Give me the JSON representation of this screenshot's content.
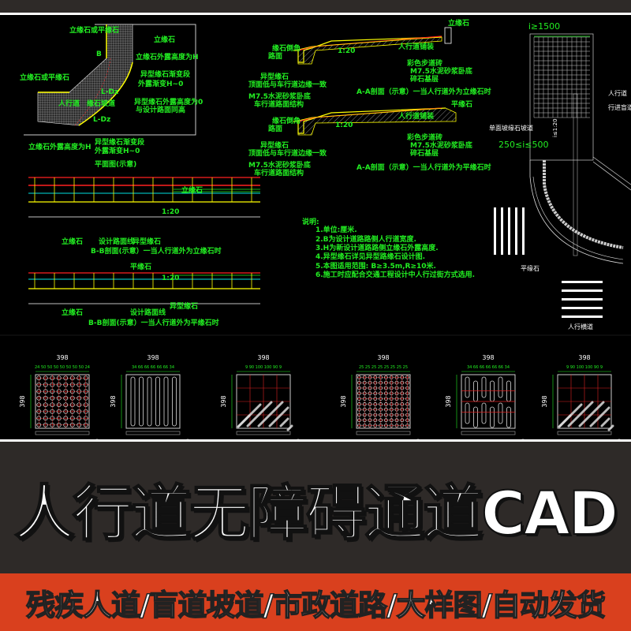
{
  "title": "人行道无障碍通道CAD",
  "subtitle": "残疾人道/盲道坡道/市政道路/大样图/自动发货",
  "colors": {
    "banner": "#2e2a28",
    "band": "#d9401e",
    "cad_background": "#000000",
    "annotation": "#22ee22",
    "curb": "#ffff00",
    "line_red": "#ff2020",
    "line_cyan": "#00e0e0"
  },
  "plan": {
    "labels": [
      "立缘石或平缘石",
      "立缘石",
      "立缘石外露高度为H",
      "立缘石或平缘石",
      "异型缘石渐变段",
      "外露渐变H~0",
      "异型缘石外露高度为0",
      "与设计路面同高",
      "人行道",
      "缘石坡道",
      "立缘石外露高度为H",
      "异型缘石渐变段",
      "外露渐变H~0",
      "B",
      "L-Dz",
      "L-Dz"
    ],
    "caption": "平面图(示意)"
  },
  "section_a": {
    "labels": [
      "缘石倒角",
      "路面",
      "异型缘石",
      "顶面低与车行道边缘一致",
      "M7.5水泥砂浆卧底",
      "车行道路面结构",
      "1:20",
      "人行道铺装",
      "立缘石",
      "彩色步道砖",
      "M7.5水泥砂浆卧底",
      "碎石基层"
    ],
    "caption_1": "A-A剖面（示意）一当人行道外为立缘石时",
    "labels_2": [
      "缘石倒角",
      "路面",
      "异型缘石",
      "顶面低与车行道边缘一致",
      "M7.5水泥砂浆卧底",
      "车行道路面结构",
      "1:20",
      "人行道铺装",
      "平缘石",
      "彩色步道砖",
      "M7.5水泥砂浆卧底",
      "碎石基层"
    ],
    "caption_2": "A-A剖面（示意）一当人行道外为平缘石时"
  },
  "section_b": {
    "labels_1": [
      "立缘石",
      "立缘石",
      "设计路面线",
      "异型缘石",
      "1:20"
    ],
    "caption_1": "B-B剖面(示意）一当人行道外为立缘石时",
    "labels_2": [
      "平缘石",
      "立缘石",
      "设计路面线",
      "异型缘石",
      "1:20"
    ],
    "caption_2": "B-B剖面(示意）一当人行道外为平缘石时"
  },
  "notes": {
    "heading": "说明:",
    "items": [
      "1.单位:厘米.",
      "2.B为设计道路路侧人行道宽度.",
      "3.H为新设计道路路侧立缘石外露高度.",
      "4.异型缘石详见异型路缘石设计图.",
      "5.本图适用范围: B≥3.5m,R≥10米.",
      "6.施工时应配合交通工程设计中人行过街方式选用."
    ]
  },
  "ramp_plan": {
    "dim_top": "i≥1500",
    "dim_side": "250≤i≤500",
    "slope": "i≤1:20",
    "labels": [
      "人行道",
      "行进盲道",
      "单面坡缘石坡道",
      "平缘石",
      "人行横道"
    ]
  },
  "tiles": [
    {
      "id": "1-1",
      "num": "1",
      "width": "398",
      "pattern": "dots",
      "top_dims": "24 50 50 50 50 50 50 50 24"
    },
    {
      "id": "3-3",
      "num": "3",
      "width": "398",
      "pattern": "bars",
      "top_dims": "34 66 66 66 66 66 34"
    },
    {
      "id": "5-5",
      "num": "5",
      "width": "398",
      "pattern": "diagonal",
      "top_dims": "9 90 100 100 90 9"
    },
    {
      "id": "2-2",
      "num": "2",
      "width": "398",
      "pattern": "dense-dots",
      "top_dims": "25 25 25 25 25 25 25 25"
    },
    {
      "id": "4-4",
      "num": "4",
      "width": "398",
      "pattern": "offset-bars",
      "top_dims": "34 66 66 66 66 66 34"
    },
    {
      "id": "6-6",
      "num": "6",
      "width": "398",
      "pattern": "diagonal-split",
      "top_dims": "9 90 100 100 90 9"
    }
  ]
}
